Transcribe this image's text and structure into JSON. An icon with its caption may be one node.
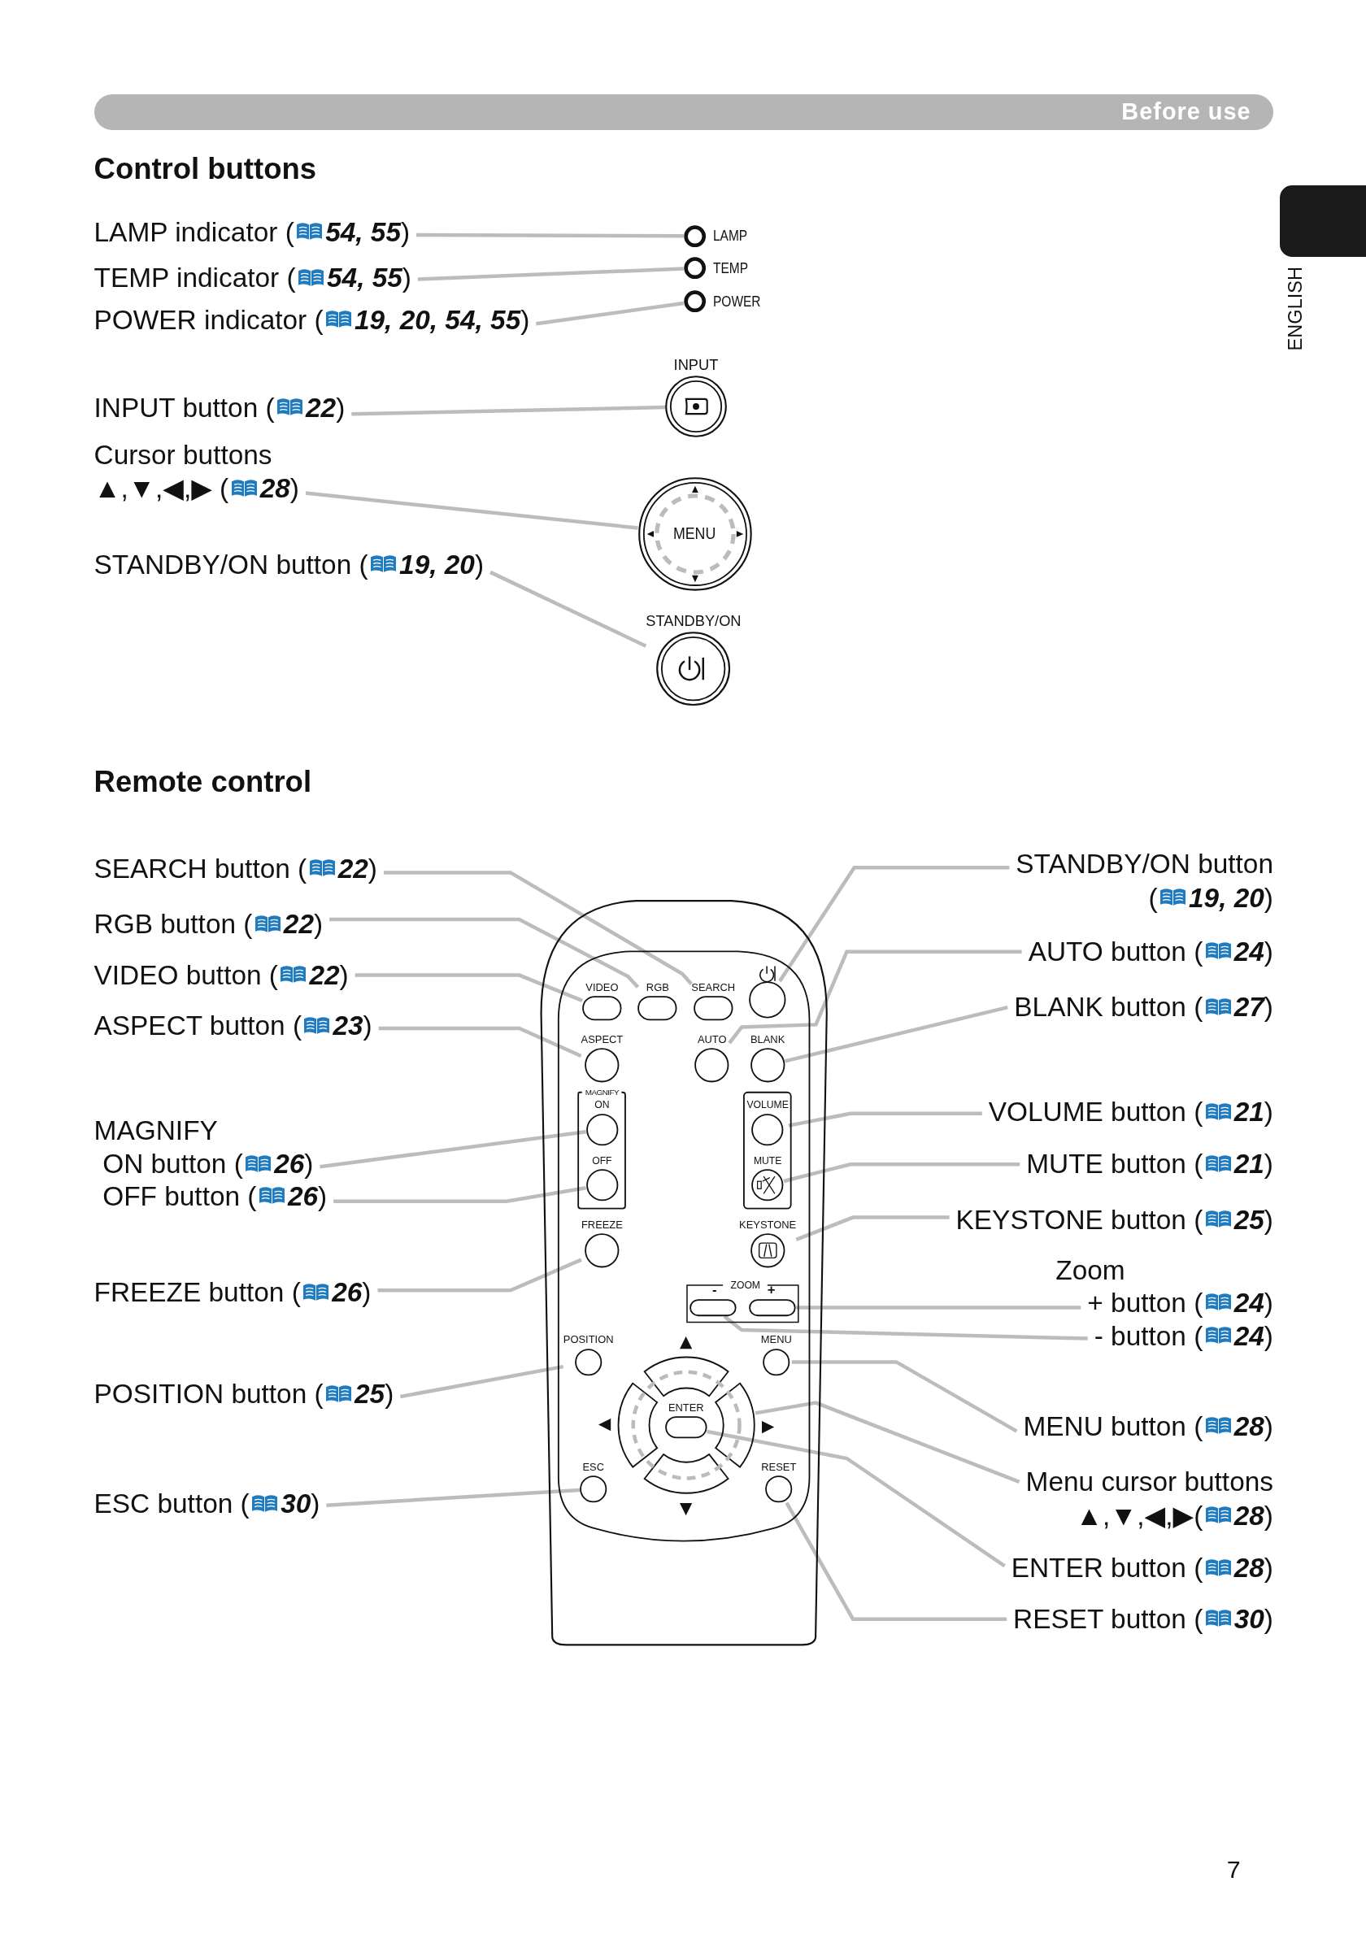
{
  "diagram": {
    "nodes": [
      {
        "text": [
          "Before use"
        ]
      },
      {
        "text": [
          "LAMP indicator (**54, 55**)"
        ]
      },
      {
        "text": [
          "TEMP indicator (**54, 55**)"
        ]
      },
      {
        "text": [
          "POWER indicator (**19, 20, 54, 55**)"
        ]
      },
      {
        "text": [
          "LAMP"
        ]
      },
      {
        "text": [
          "TEMP"
        ]
      },
      {
        "text": [
          "POWER"
        ]
      },
      {
        "text": [
          "INPUT button (**22**)"
        ]
      },
      {
        "text": [
          "INPUT"
        ]
      },
      {
        "text": [
          "Cursor buttons",
          "▲,▼,◀,▶ (**28**)"
        ]
      },
      {
        "text": [
          "MENU"
        ]
      },
      {
        "text": [
          "STANDBY/ON button (**19, 20**)"
        ]
      },
      {
        "text": [
          "STANDBY/ON"
        ]
      },
      {
        "text": [
          "SEARCH button (**22**)"
        ]
      },
      {
        "text": [
          "RGB button (**22**)"
        ]
      },
      {
        "text": [
          "VIDEO button (**22**)"
        ]
      },
      {
        "text": [
          "ASPECT button (**23**)"
        ]
      },
      {
        "text": [
          "ON button (**26**)"
        ]
      },
      {
        "text": [
          "OFF button (**26**)"
        ]
      },
      {
        "text": [
          "FREEZE button (**26**)"
        ]
      },
      {
        "text": [
          "POSITION button (**25**)"
        ]
      },
      {
        "text": [
          "ESC button (**30**)"
        ]
      },
      {
        "text": [],
        "shape": "box"
      },
      {
        "text": [
          "VIDEO"
        ],
        "in": 22
      },
      {
        "text": [
          "RGB"
        ],
        "in": 22
      },
      {
        "text": [
          "SEARCH"
        ],
        "in": 22
      },
      {
        "text": [],
        "shape": "circle",
        "in": 22
      },
      {
        "text": [
          "ASPECT"
        ],
        "in": 22
      },
      {
        "text": [
          "AUTO"
        ],
        "in": 22
      },
      {
        "text": [
          "BLANK"
        ],
        "in": 22
      },
      {
        "text": [
          "ON"
        ],
        "in": 22
      },
      {
        "text": [
          "OFF"
        ],
        "in": 22
      },
      {
        "text": [
          "VOLUME"
        ],
        "in": 22
      },
      {
        "text": [
          "MUTE"
        ],
        "in": 22
      },
      {
        "text": [
          "FREEZE"
        ],
        "in": 22
      },
      {
        "text": [
          "KEYSTONE"
        ],
        "in": 22
      },
      {
        "text": [],
        "shape": "box",
        "in": 22
      },
      {
        "text": [],
        "shape": "box",
        "in": 22
      },
      {
        "text": [
          "POSITION"
        ],
        "in": 22
      },
      {
        "text": [
          "MENU"
        ],
        "in": 22
      },
      {
        "text": [],
        "shape": "circle",
        "in": 22
      },
      {
        "text": [
          "ENTER"
        ],
        "in": 40
      },
      {
        "text": [
          "ESC"
        ],
        "in": 22
      },
      {
        "text": [
          "RESET"
        ],
        "in": 22
      },
      {
        "text": [
          "STANDBY/ON button",
          "(**19, 20**)"
        ]
      },
      {
        "text": [
          "AUTO button (**24**)"
        ]
      },
      {
        "text": [
          "BLANK button (**27**)"
        ]
      },
      {
        "text": [
          "VOLUME button (**21**)"
        ]
      },
      {
        "text": [
          "MUTE button (**21**)"
        ]
      },
      {
        "text": [
          "KEYSTONE button (**25**)"
        ]
      },
      {
        "text": [
          "+ button (**24**)"
        ]
      },
      {
        "text": [
          "- button (**24**)"
        ]
      },
      {
        "text": [
          "MENU button (**28**)"
        ]
      },
      {
        "text": [
          "Menu cursor buttons",
          "▲,▼,◀,▶(**28**)"
        ]
      },
      {
        "text": [
          "ENTER button (**28**)"
        ]
      },
      {
        "text": [
          "RESET button (**30**)"
        ]
      },
      {
        "text": [
          "ENGLISH"
        ]
      }
    ],
    "edges": [
      {
        "from": 1,
        "to": 4,
        "arrow": "none"
      },
      {
        "from": 2,
        "to": 5,
        "arrow": "none"
      },
      {
        "from": 3,
        "to": 6,
        "arrow": "none"
      },
      {
        "from": 7,
        "to": 8,
        "arrow": "none"
      },
      {
        "from": 9,
        "to": 10,
        "arrow": "none"
      },
      {
        "from": 11,
        "to": 12,
        "arrow": "none"
      },
      {
        "from": 13,
        "to": 25,
        "arrow": "none"
      },
      {
        "from": 14,
        "to": 24,
        "arrow": "none"
      },
      {
        "from": 15,
        "to": 23,
        "arrow": "none"
      },
      {
        "from": 16,
        "to": 27,
        "arrow": "none"
      },
      {
        "from": 17,
        "to": 30,
        "arrow": "none"
      },
      {
        "from": 18,
        "to": 31,
        "arrow": "none"
      },
      {
        "from": 19,
        "to": 34,
        "arrow": "none"
      },
      {
        "from": 20,
        "to": 38,
        "arrow": "none"
      },
      {
        "from": 21,
        "to": 42,
        "arrow": "none"
      },
      {
        "from": 44,
        "to": 26,
        "arrow": "none"
      },
      {
        "from": 45,
        "to": 28,
        "arrow": "none"
      },
      {
        "from": 46,
        "to": 29,
        "arrow": "none"
      },
      {
        "from": 47,
        "to": 32,
        "arrow": "none"
      },
      {
        "from": 48,
        "to": 33,
        "arrow": "none"
      },
      {
        "from": 49,
        "to": 35,
        "arrow": "none"
      },
      {
        "from": 50,
        "to": 37,
        "arrow": "none"
      },
      {
        "from": 51,
        "to": 36,
        "arrow": "none"
      },
      {
        "from": 52,
        "to": 39,
        "arrow": "none"
      },
      {
        "from": 53,
        "to": 40,
        "arrow": "none"
      },
      {
        "from": 54,
        "to": 41,
        "arrow": "none"
      },
      {
        "from": 55,
        "to": 43,
        "arrow": "none"
      }
    ],
    "labels": [
      "Control buttons",
      "Remote control",
      "MAGNIFY",
      "MAGNIFY",
      "ZOOM",
      "-",
      "+",
      "Zoom",
      "7"
    ]
  }
}
